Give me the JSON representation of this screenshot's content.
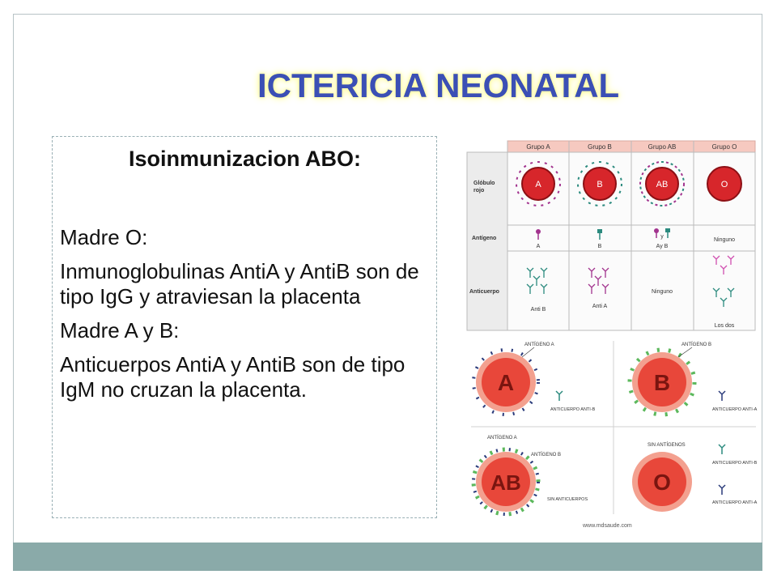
{
  "slide": {
    "title": "ICTERICIA NEONATAL",
    "subhead": "Isoinmunizacion ABO:",
    "paragraphs": [
      "Madre O:",
      "Inmunoglobulinas AntiA y AntiB son de tipo IgG y atraviesan la placenta",
      "Madre A y B:",
      "Anticuerpos AntiA y AntiB son de tipo IgM  no cruzan la placenta."
    ]
  },
  "table": {
    "headers": [
      "Grupo A",
      "Grupo B",
      "Grupo AB",
      "Grupo O"
    ],
    "row_labels": [
      "Glóbulo rojo",
      "Antígeno",
      "Anticuerpo"
    ],
    "cell_letters": [
      "A",
      "B",
      "AB",
      "O"
    ],
    "antigen_labels": [
      "A",
      "B",
      "y",
      "Ay B",
      "Ninguno"
    ],
    "antibody_labels": [
      "Anti B",
      "Anti A",
      "Ninguno",
      "Los dos"
    ]
  },
  "panel": {
    "letters": [
      "A",
      "B",
      "AB",
      "O"
    ],
    "antigen_labels": [
      "ANTÍGENO A",
      "ANTÍGENO B",
      "ANTÍGENO A",
      "ANTÍGENO B",
      "SIN ANTÍGENOS"
    ],
    "antibody_labels": [
      "ANTICUERPO ANTI-B",
      "ANTICUERPO ANTI-A",
      "SIN ANTICUERPOS",
      "ANTICUERPO ANTI-B",
      "ANTICUERPO ANTI-A"
    ],
    "credit": "www.mdsaude.com"
  },
  "colors": {
    "title": "#3b4fb5",
    "title_glow": "#ffff90",
    "bar": "#8aaaa9",
    "header_fill": "#f6c9c0",
    "cell_red": "#d7262b",
    "antigen_a": "#a2338e",
    "antigen_b": "#2b8a7e",
    "panel_cell": "#e8473a",
    "panel_ring": "#f3a08f"
  }
}
